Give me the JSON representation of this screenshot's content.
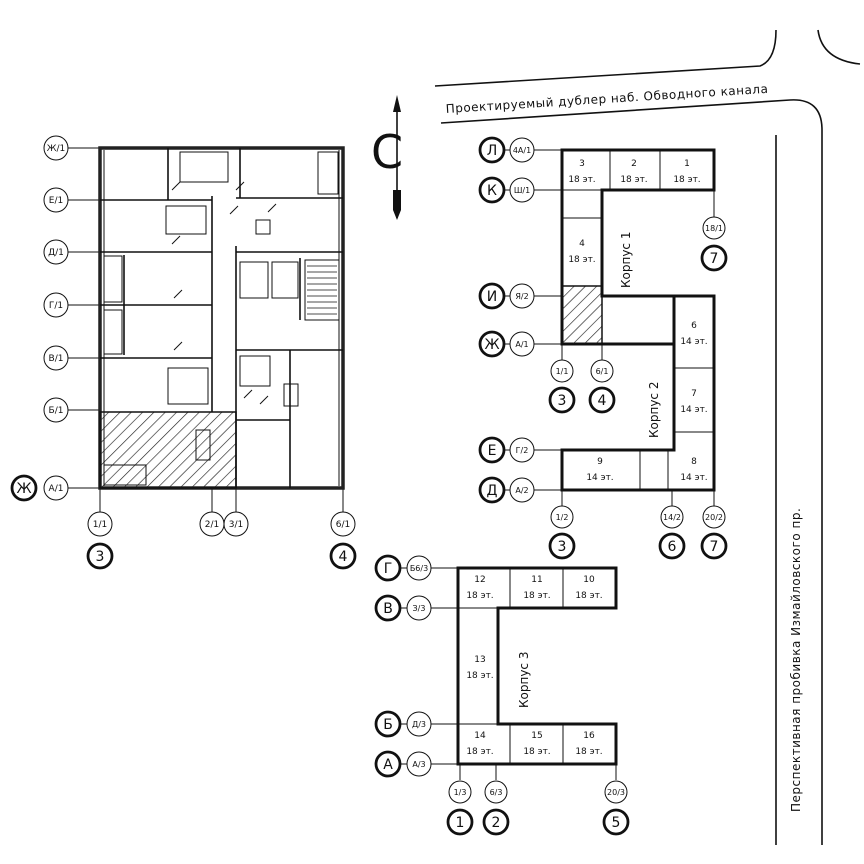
{
  "roads": {
    "top_road_label": "Проектируемый дублер наб. Обводного канала",
    "right_road_label": "Перспективная пробивка Измайловского пр."
  },
  "compass": {
    "north_letter": "С"
  },
  "floorplan": {
    "left_axes": [
      "Ж/1",
      "Е/1",
      "Д/1",
      "Г/1",
      "В/1",
      "Б/1",
      "А/1"
    ],
    "left_badge_bottom": "Ж",
    "bottom_axes": [
      "1/1",
      "2/1",
      "3/1",
      "6/1"
    ],
    "bottom_badges": [
      "3",
      "4"
    ]
  },
  "korpus1": {
    "title": "Корпус 1",
    "sections": [
      {
        "num": "3",
        "floors": "18 эт."
      },
      {
        "num": "2",
        "floors": "18 эт."
      },
      {
        "num": "1",
        "floors": "18 эт."
      },
      {
        "num": "4",
        "floors": "18 эт."
      }
    ],
    "row_badges": [
      "Л",
      "К",
      "И",
      "Ж"
    ],
    "row_axes": [
      "4А/1",
      "Ш/1",
      "Я/2",
      "А/1"
    ],
    "axis_18": "18/1",
    "badge_7": "7",
    "bottom_axes": [
      "1/1",
      "6/1"
    ],
    "bottom_badges": [
      "3",
      "4"
    ]
  },
  "korpus2": {
    "title": "Корпус 2",
    "sections": [
      {
        "num": "6",
        "floors": "14 эт."
      },
      {
        "num": "7",
        "floors": "14 эт."
      },
      {
        "num": "9",
        "floors": "14 эт."
      },
      {
        "num": "8",
        "floors": "14 эт."
      }
    ],
    "row_badges": [
      "Е",
      "Д"
    ],
    "row_axes": [
      "Г/2",
      "А/2"
    ],
    "bottom_axes": [
      "1/2",
      "14/2",
      "20/2"
    ],
    "bottom_badges": [
      "3",
      "6",
      "7"
    ]
  },
  "korpus3": {
    "title": "Корпус 3",
    "sections": [
      {
        "num": "12",
        "floors": "18 эт."
      },
      {
        "num": "11",
        "floors": "18 эт."
      },
      {
        "num": "10",
        "floors": "18 эт."
      },
      {
        "num": "13",
        "floors": "18 эт."
      },
      {
        "num": "14",
        "floors": "18 эт."
      },
      {
        "num": "15",
        "floors": "18 эт."
      },
      {
        "num": "16",
        "floors": "18 эт."
      }
    ],
    "row_badges": [
      "Г",
      "В",
      "Б",
      "А"
    ],
    "row_axes": [
      "Б6/3",
      "З/3",
      "Д/3",
      "А/3"
    ],
    "bottom_axes": [
      "1/3",
      "6/3",
      "20/3"
    ],
    "bottom_badges": [
      "1",
      "2",
      "5"
    ]
  }
}
